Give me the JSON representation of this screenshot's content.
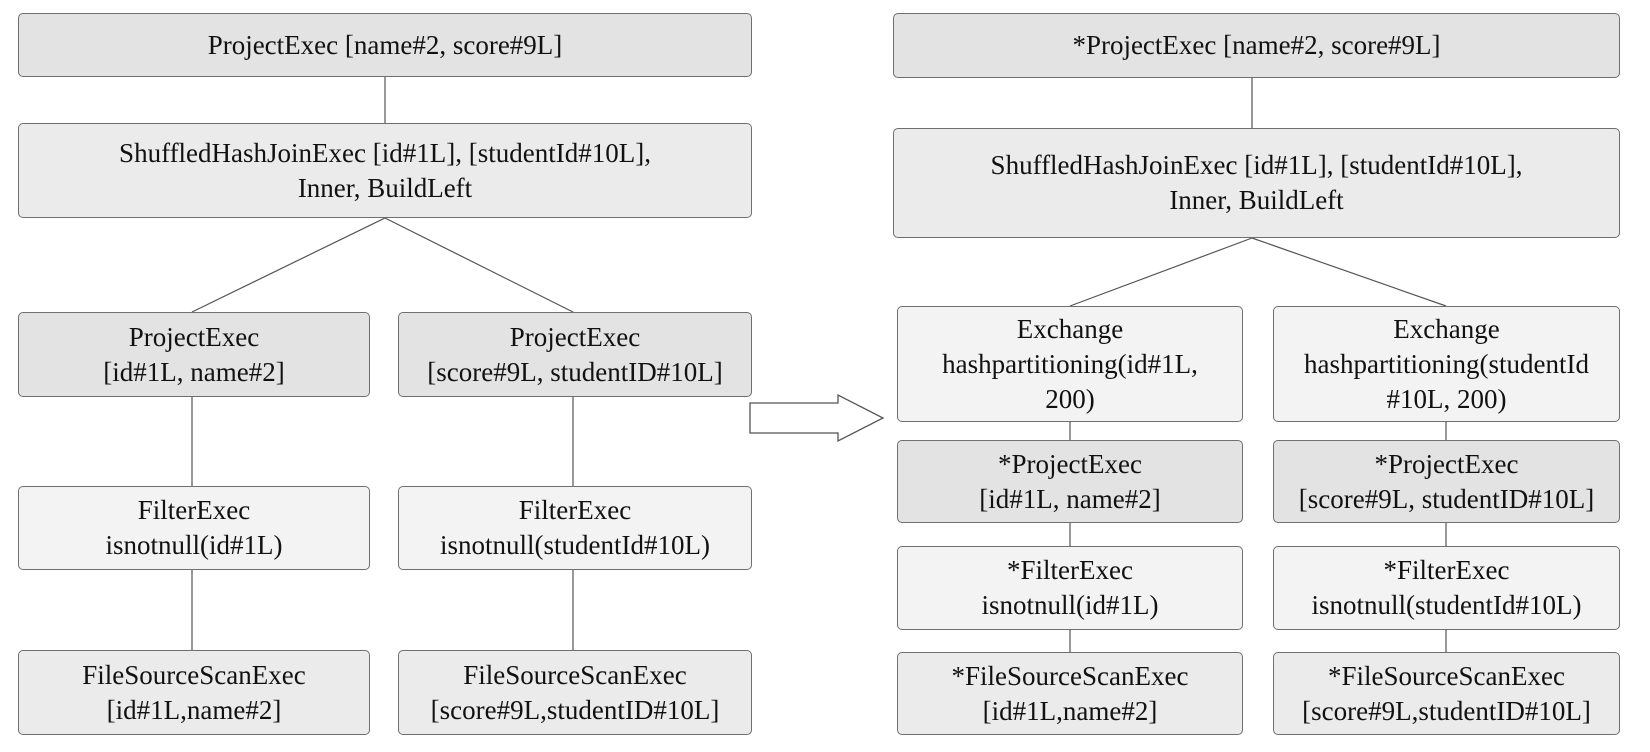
{
  "diagram": {
    "left_tree": {
      "root": {
        "lines": [
          "ProjectExec [name#2, score#9L]"
        ]
      },
      "join": {
        "lines": [
          "ShuffledHashJoinExec [id#1L], [studentId#10L],",
          "Inner, BuildLeft"
        ]
      },
      "left_branch": {
        "project": {
          "lines": [
            "ProjectExec",
            "[id#1L, name#2]"
          ]
        },
        "filter": {
          "lines": [
            "FilterExec",
            "isnotnull(id#1L)"
          ]
        },
        "scan": {
          "lines": [
            "FileSourceScanExec",
            "[id#1L,name#2]"
          ]
        }
      },
      "right_branch": {
        "project": {
          "lines": [
            "ProjectExec",
            "[score#9L, studentID#10L]"
          ]
        },
        "filter": {
          "lines": [
            "FilterExec",
            "isnotnull(studentId#10L)"
          ]
        },
        "scan": {
          "lines": [
            "FileSourceScanExec",
            "[score#9L,studentID#10L]"
          ]
        }
      }
    },
    "right_tree": {
      "root": {
        "lines": [
          "*ProjectExec [name#2, score#9L]"
        ]
      },
      "join": {
        "lines": [
          "ShuffledHashJoinExec [id#1L], [studentId#10L],",
          "Inner, BuildLeft"
        ]
      },
      "left_branch": {
        "exchange": {
          "lines": [
            "Exchange",
            "hashpartitioning(id#1L,",
            "200)"
          ]
        },
        "project": {
          "lines": [
            "*ProjectExec",
            "[id#1L, name#2]"
          ]
        },
        "filter": {
          "lines": [
            "*FilterExec",
            "isnotnull(id#1L)"
          ]
        },
        "scan": {
          "lines": [
            "*FileSourceScanExec",
            "[id#1L,name#2]"
          ]
        }
      },
      "right_branch": {
        "exchange": {
          "lines": [
            "Exchange",
            "hashpartitioning(studentId",
            "#10L, 200)"
          ]
        },
        "project": {
          "lines": [
            "*ProjectExec",
            "[score#9L, studentID#10L]"
          ]
        },
        "filter": {
          "lines": [
            "*FilterExec",
            "isnotnull(studentId#10L)"
          ]
        },
        "scan": {
          "lines": [
            "*FileSourceScanExec",
            "[score#9L,studentID#10L]"
          ]
        }
      }
    },
    "colors": {
      "line": "#555555",
      "border": "#6f6f6f",
      "fill_dark": "#e3e3e3",
      "fill_mid": "#ebebeb",
      "fill_light": "#f3f3f3"
    }
  }
}
